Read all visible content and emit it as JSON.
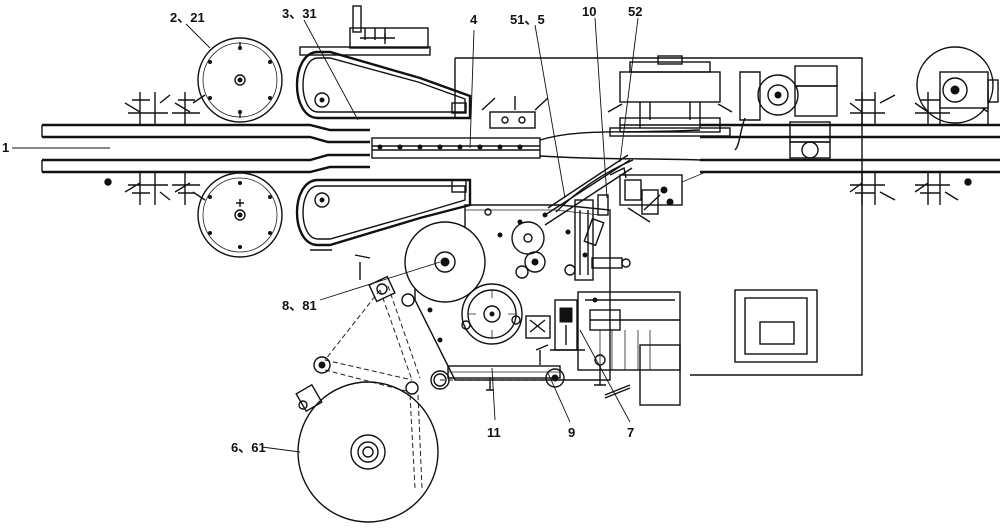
{
  "labels": {
    "l1": "1",
    "l2": "2、21",
    "l3": "3、31",
    "l4": "4",
    "l51": "51、5",
    "l10": "10",
    "l52": "52",
    "l8": "8、81",
    "l6": "6、61",
    "l11": "11",
    "l9": "9",
    "l7": "7"
  }
}
